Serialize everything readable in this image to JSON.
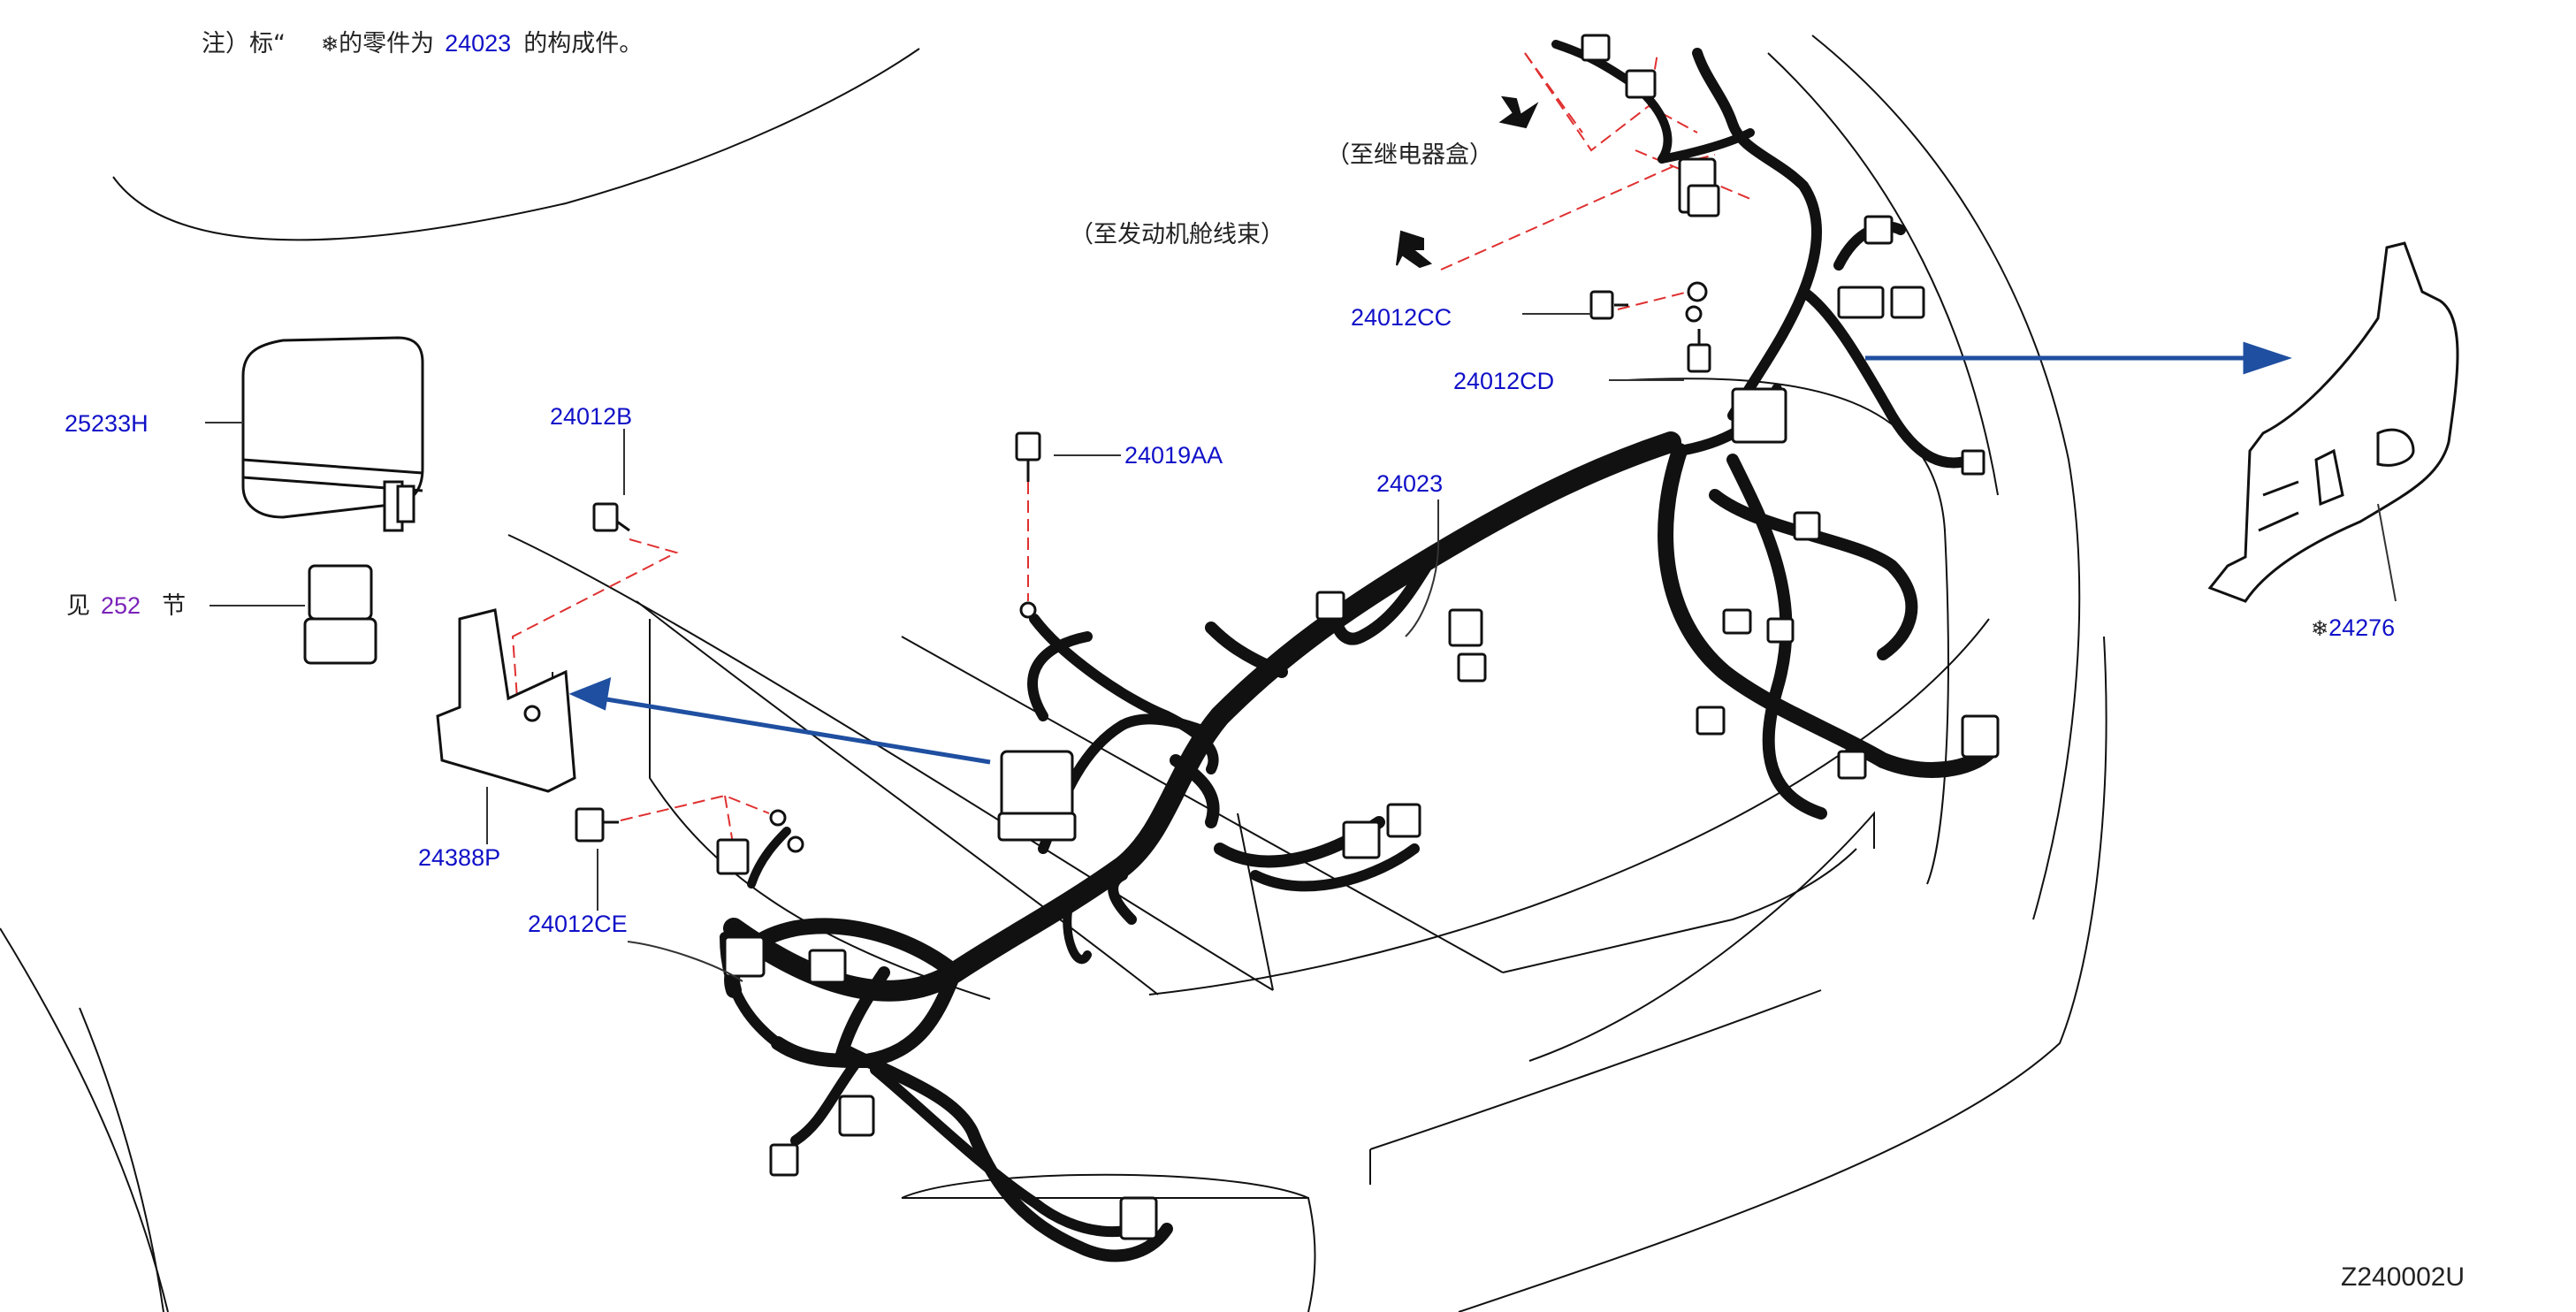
{
  "note": {
    "prefix": "注）标“",
    "symbol": "❄",
    "middle": "的零件为",
    "part": "24023",
    "suffix": "的构成件。"
  },
  "directions": {
    "relay_box": "（至继电器盒）",
    "engine_room": "（至发动机舱线束）"
  },
  "parts": {
    "p25233H": "25233H",
    "p24012B": "24012B",
    "p24019AA": "24019AA",
    "p24023": "24023",
    "p24012CC": "24012CC",
    "p24012CD": "24012CD",
    "p24276": "24276",
    "p24276_symbol": "❄",
    "p24388P": "24388P",
    "p24012CE": "24012CE"
  },
  "see_section": {
    "prefix": "见",
    "number": "252",
    "suffix": "节"
  },
  "diagram_id": "Z240002U",
  "colors": {
    "callout_blue": "#1010c8",
    "arrow_blue": "#1f4fa0",
    "dash_red": "#e03030",
    "link_purple": "#7a22b8"
  }
}
